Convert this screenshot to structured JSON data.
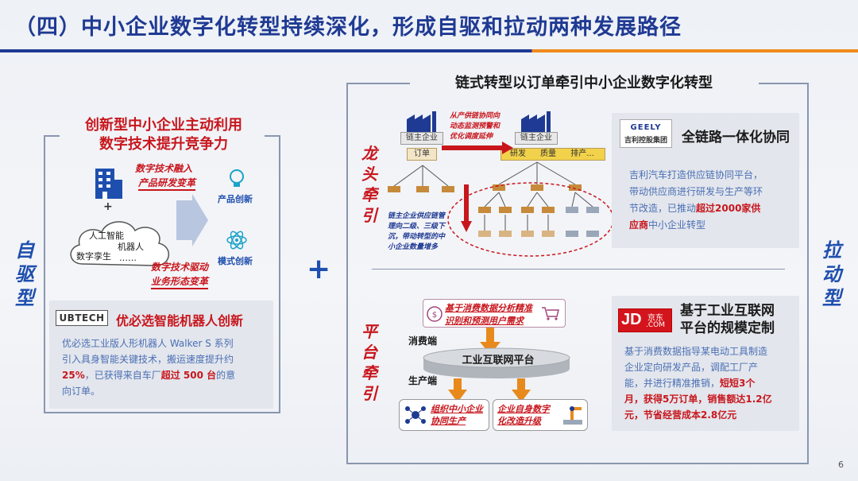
{
  "title": "（四）中小企业数字化转型持续深化，形成自驱和拉动两种发展路径",
  "left_side_label": "自驱型",
  "right_side_label": "拉动型",
  "left_panel": {
    "heading_line1": "创新型中小企业主动利用",
    "heading_line2": "数字技术提升竞争力",
    "tag_top_line1": "数字技术融入",
    "tag_top_line2": "产品研发变革",
    "tag_bottom_line1": "数字技术驱动",
    "tag_bottom_line2": "业务形态变革",
    "plus": "+",
    "cloud_items": [
      "人工智能",
      "机器人",
      "数字孪生",
      "……"
    ],
    "outcome_top": "产品创新",
    "outcome_bottom": "模式创新",
    "case": {
      "logo": "UBTECH",
      "title": "优必选智能机器人创新",
      "line1": "优必选工业版人形机器人 Walker S 系列",
      "line2": "引入具身智能关键技术，搬运速度提升约",
      "line3_bold": "25%",
      "line3_rest": "，已获得来自车厂",
      "line3_bold2": "超过 500 台",
      "line3_end": "的意",
      "line4": "向订单。"
    }
  },
  "center_plus": "+",
  "right_panel": {
    "heading": "链式转型以订单牵引中小企业数字化转型",
    "section_top_label": "龙头牵引",
    "section_bottom_label": "平台牵引",
    "chain": {
      "node_left": "链主企业",
      "node_right": "链主企业",
      "order_box": "订单",
      "right_row": [
        "研发",
        "质量",
        "排产..."
      ],
      "note_top_line1": "从产供链协同向",
      "note_top_line2": "动态监测预警和",
      "note_top_line3": "优化调度延伸",
      "note_bottom_line1": "链主企业供应链管",
      "note_bottom_line2": "理向二级、三级下",
      "note_bottom_line3": "沉，带动转型的中",
      "note_bottom_line4": "小企业数量增多"
    },
    "geely_card": {
      "logo_top": "GEELY",
      "logo_bottom": "吉利控股集团",
      "title": "全链路一体化协同",
      "line1": "吉利汽车打造供应链协同平台，",
      "line2": "带动供应商进行研发与生产等环",
      "line3": "节改造，已推动",
      "line3_bold": "超过2000家供",
      "line4_bold": "应商",
      "line4_rest": "中小企业转型"
    },
    "platform": {
      "top_box_line1": "基于消费数据分析精准",
      "top_box_line2": "识别和预测用户需求",
      "consumer_label": "消费端",
      "platform_name": "工业互联网平台",
      "producer_label": "生产端",
      "bottom_left_line1": "组织中小企业",
      "bottom_left_line2": "协同生产",
      "bottom_right_line1": "企业自身数字",
      "bottom_right_line2": "化改造升级"
    },
    "jd_card": {
      "logo_main": "JD",
      "logo_cn": "京东",
      "logo_com": ".COM",
      "title_line1": "基于工业互联网",
      "title_line2": "平台的规模定制",
      "line1": "基于消费数据指导某电动工具制造",
      "line2": "企业定向研发产品，调配工厂产",
      "line3": "能，并进行精准推销，",
      "line3_bold": "短短3个",
      "line4_bold": "月，获得5万订单，销售额达1.2亿",
      "line5_bold": "元，节省经营成本2.8亿元"
    }
  },
  "page_number": "6",
  "colors": {
    "title_blue": "#1f3a93",
    "accent_orange": "#f08a1c",
    "emphasis_red": "#c8161d",
    "body_blue": "#4a6fb5"
  }
}
